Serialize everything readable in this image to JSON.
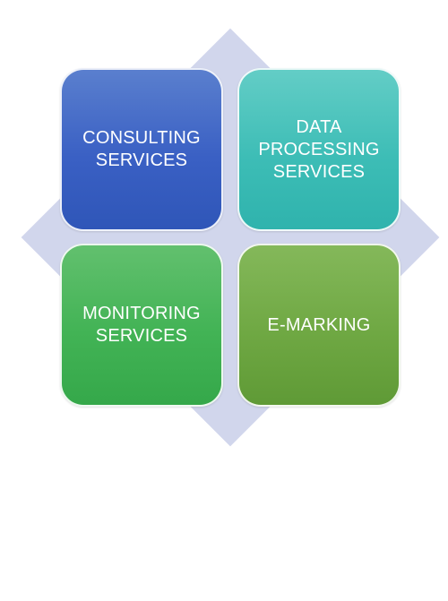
{
  "diagram": {
    "background_color": "#d1d6ec",
    "tiles": [
      {
        "label": "CONSULTING\nSERVICES",
        "color": "#3a60c4"
      },
      {
        "label": "DATA\nPROCESSING\nSERVICES",
        "color": "#3dbdb6"
      },
      {
        "label": "MONITORING\nSERVICES",
        "color": "#42b355"
      },
      {
        "label": "E-MARKING",
        "color": "#6fa843"
      }
    ]
  }
}
